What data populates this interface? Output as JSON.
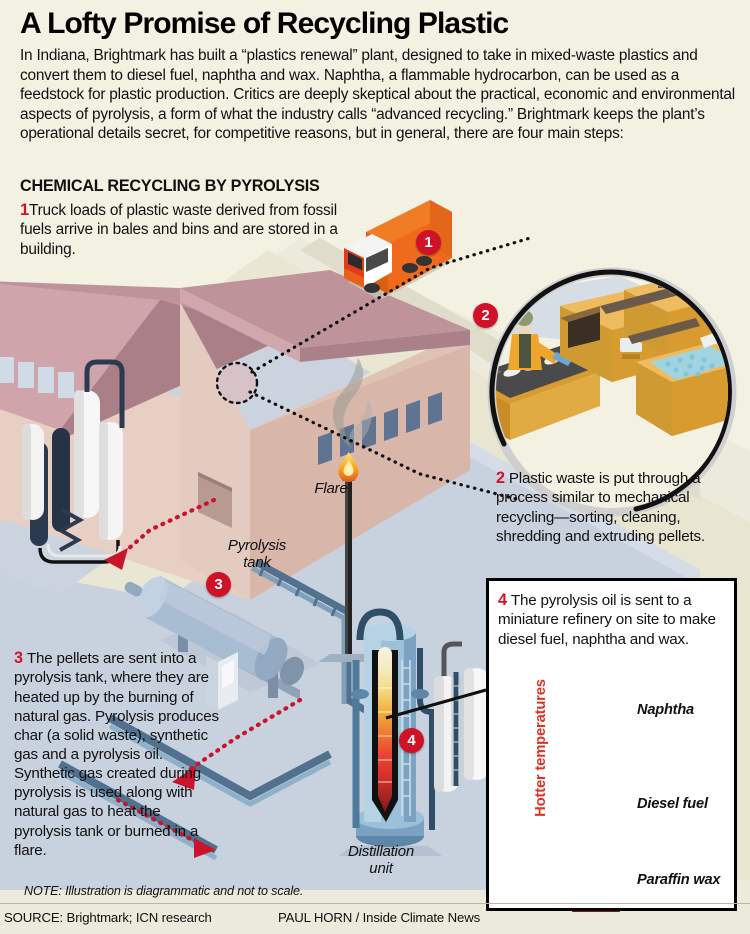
{
  "header": {
    "headline": "A Lofty Promise of Recycling Plastic",
    "deck": "In Indiana, Brightmark has built a “plastics renewal” plant, designed to take in mixed-waste plastics and convert them to diesel fuel, naphtha and wax. Naphtha, a flammable hydrocarbon, can be used as a feedstock for plastic production. Critics are deeply skeptical about the practical, economic and environmental aspects of pyrolysis, a form of what the industry calls “advanced recycling.” Brightmark keeps the plant’s operational details secret, for competitive reasons, but in general, there are four main steps:",
    "section_title": "CHEMICAL RECYCLING BY PYROLYSIS"
  },
  "steps": [
    {
      "number": "1",
      "text": "Truck loads of plastic waste derived from fossil fuels arrive in bales and bins and are stored in a building."
    },
    {
      "number": "2",
      "text": "Plastic waste is put through a process similar to mechanical recycling—sorting, cleaning, shredding and extruding pellets."
    },
    {
      "number": "3",
      "text": "The pellets are sent into a pyrolysis tank, where they are heated up by the burning of natural gas. Pyrolysis produces char (a solid waste), synthetic gas and a pyrolysis oil. Synthetic gas created during pyrolysis is used along with natural gas to heat the pyrolysis tank or burned in a flare."
    },
    {
      "number": "4",
      "text": "The pyrolysis oil is sent to a miniature refinery on site to make diesel fuel, naphtha and wax."
    }
  ],
  "scene_labels": {
    "flare": "Flare",
    "pyrolysis_tank": "Pyrolysis\ntank",
    "distillation_unit": "Distillation\nunit"
  },
  "panel4": {
    "axis_label": "Hotter temperatures",
    "fractions": [
      {
        "name": "Naphtha",
        "color": "#f9df9a"
      },
      {
        "name": "Diesel fuel",
        "color": "#ed4a36"
      },
      {
        "name": "Paraffin wax",
        "color": "#8e1f1c"
      }
    ]
  },
  "footer": {
    "note": "NOTE: Illustration is diagrammatic and not to scale.",
    "source": "SOURCE: Brightmark; ICN research",
    "credit": "PAUL HORN / Inside Climate News"
  },
  "colors": {
    "background": "#f3f1e2",
    "accent_red": "#cf1228",
    "ground": "#c8d1de",
    "building_roof": "#b98c92",
    "machine_gold": "#e3a83c",
    "truck_orange": "#ef6a1c",
    "tank_blue": "#a9bdd2"
  }
}
